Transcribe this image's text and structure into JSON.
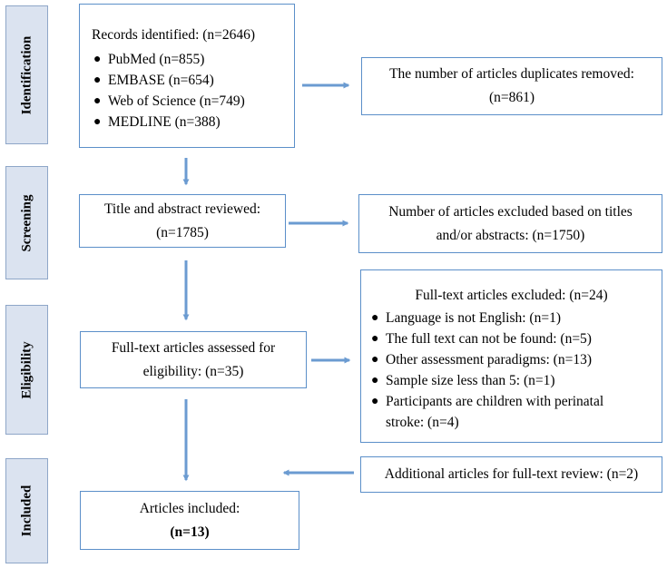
{
  "phases": {
    "identification": "Identification",
    "screening": "Screening",
    "eligibility": "Eligibility",
    "included": "Included"
  },
  "identification": {
    "records_title": "Records identified: (n=2646)",
    "sources": [
      "PubMed (n=855)",
      "EMBASE (n=654)",
      "Web of Science (n=749)",
      "MEDLINE (n=388)"
    ],
    "duplicates": [
      "The number of articles duplicates removed:",
      "(n=861)"
    ]
  },
  "screening": {
    "reviewed": [
      "Title and abstract reviewed:",
      "(n=1785)"
    ],
    "excluded": [
      "Number of articles excluded based on titles",
      "and/or abstracts: (n=1750)"
    ]
  },
  "eligibility": {
    "assessed": [
      "Full-text articles assessed for",
      "eligibility: (n=35)"
    ],
    "excluded_title": "Full-text articles excluded: (n=24)",
    "reasons": [
      "Language is not English: (n=1)",
      "The full text can not be found: (n=5)",
      "Other assessment paradigms: (n=13)",
      "Sample size less than 5: (n=1)",
      "Participants are children with perinatal",
      "stroke: (n=4)"
    ]
  },
  "included": {
    "additional": "Additional articles for full-text review: (n=2)",
    "articles": "Articles included:",
    "count": "(n=13)"
  },
  "colors": {
    "arrow": "#6b9bd1",
    "box_border": "#5b8fc9",
    "side_fill": "#dbe3f0",
    "side_border": "#8ea6c8"
  }
}
